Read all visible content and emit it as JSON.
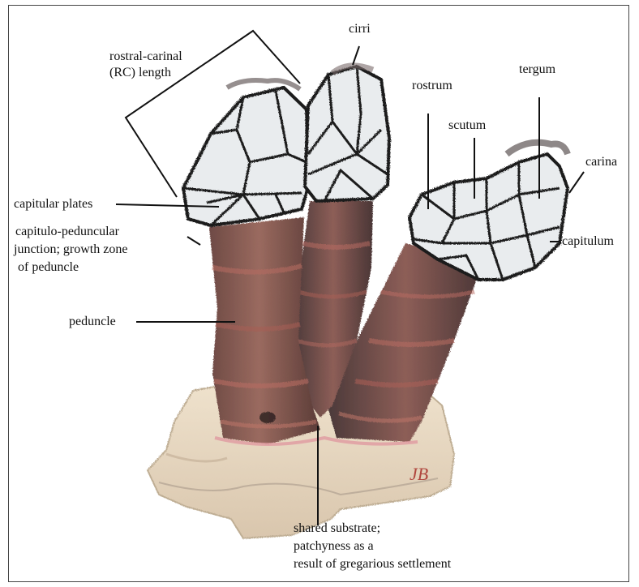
{
  "figure": {
    "labels": {
      "rc_length": [
        "rostral-carinal",
        "(RC) length"
      ],
      "cirri": "cirri",
      "rostrum": "rostrum",
      "tergum": "tergum",
      "scutum": "scutum",
      "carina": "carina",
      "capitular_plates": "capitular plates",
      "capitulo_peduncular": [
        "capitulo-peduncular",
        "junction; growth zone",
        "of peduncle"
      ],
      "capitulum": "capitulum",
      "peduncle": "peduncle",
      "shared_substrate": [
        "shared substrate;",
        "patchyness as a",
        "result of gregarious settlement"
      ]
    },
    "signature": "JB",
    "colors": {
      "plate_fill": "#e9ecee",
      "plate_outline": "#1c1c1c",
      "peduncle_base": "#8a5d55",
      "peduncle_band": "#b0645a",
      "substrate": "#e6d6bf",
      "signature_ink": "#b0473e"
    }
  }
}
